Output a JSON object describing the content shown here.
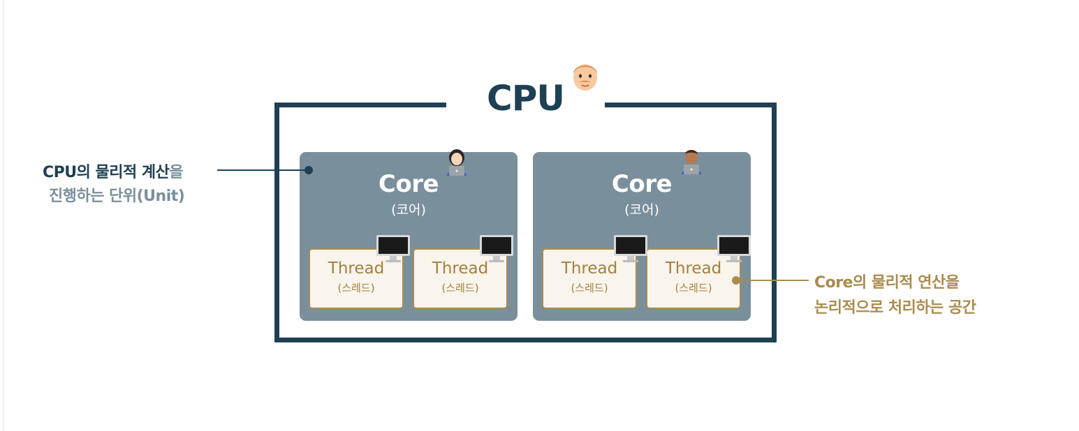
{
  "cpu": {
    "title": "CPU"
  },
  "cores": [
    {
      "title": "Core",
      "subtitle": "(코어)",
      "threads": [
        {
          "title": "Thread",
          "subtitle": "(스레드)"
        },
        {
          "title": "Thread",
          "subtitle": "(스레드)"
        }
      ]
    },
    {
      "title": "Core",
      "subtitle": "(코어)",
      "threads": [
        {
          "title": "Thread",
          "subtitle": "(스레드)"
        },
        {
          "title": "Thread",
          "subtitle": "(스레드)"
        }
      ]
    }
  ],
  "annotations": {
    "core_label": {
      "line1_strong": "CPU의 물리적 계산",
      "line1_suffix": "을",
      "line2_prefix": "진행하는 단위",
      "line2_strong": "(Unit)"
    },
    "thread_label": {
      "line1_strong": "Core",
      "line1_rest": "의 물리적 연산을",
      "line2": "논리적으로 처리하는 공간"
    }
  },
  "icons": {
    "cpu": "man-face-emoji-icon",
    "core_1": "woman-technologist-emoji-icon",
    "core_2": "man-technologist-emoji-icon",
    "thread": "desktop-monitor-icon"
  },
  "colors": {
    "navy": "#1f4054",
    "slate": "#7a8f9c",
    "gold": "#a98b4f",
    "thread_bg": "#f9f4ec"
  }
}
